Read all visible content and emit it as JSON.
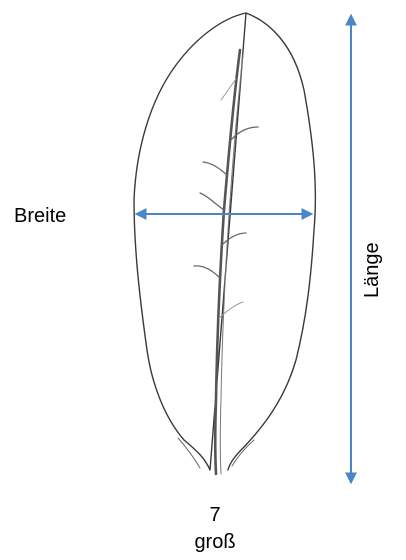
{
  "labels": {
    "width": "Breite",
    "length": "Länge",
    "score": "7",
    "size_class": "groß"
  },
  "colors": {
    "arrow": "#4a86c8",
    "outline": "#3a3a3a",
    "vein": "#555555",
    "text": "#000000"
  },
  "icons": {
    "leaf": "leaf-drawing",
    "width_arrow": "double-headed-arrow-horizontal",
    "length_arrow": "double-headed-arrow-vertical"
  }
}
